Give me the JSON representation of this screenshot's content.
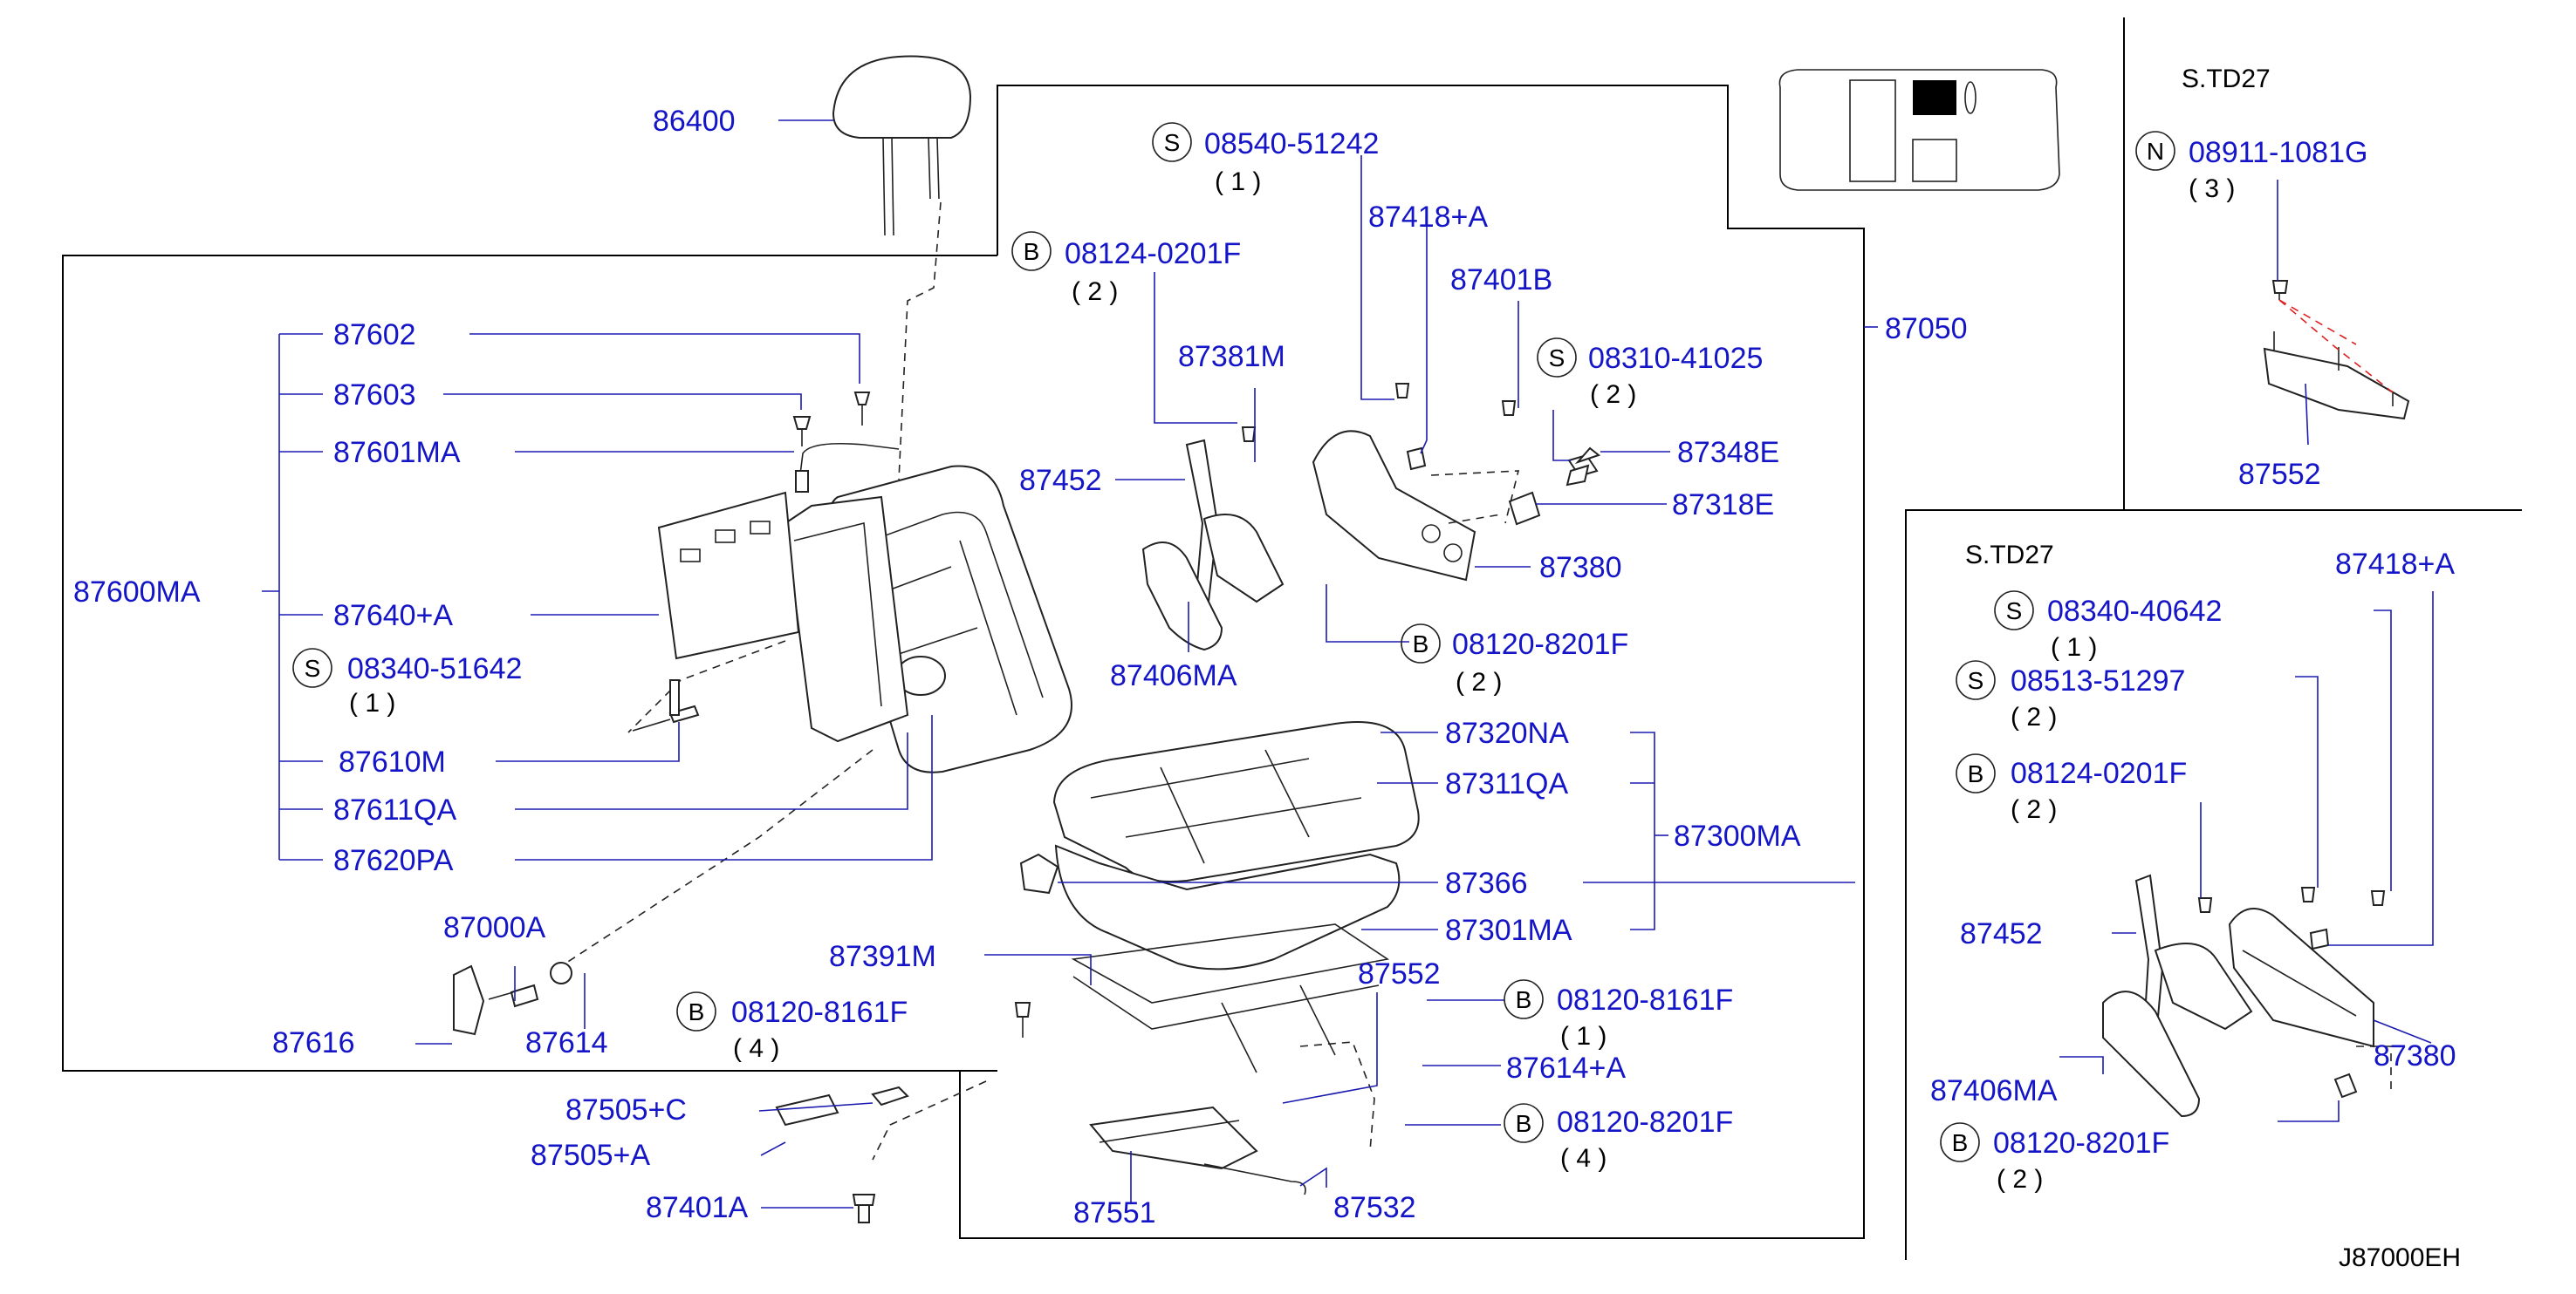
{
  "diagram_code": "J87000EH",
  "variant_labels": {
    "top_right": "S.TD27",
    "mid_right": "S.TD27"
  },
  "parts": {
    "headrest": "86400",
    "seat_assy": "87050",
    "back_assy": "87600MA",
    "p87602": "87602",
    "p87603": "87603",
    "p87601": "87601MA",
    "p87640": "87640+A",
    "p87610": "87610M",
    "p87611": "87611QA",
    "p87620": "87620PA",
    "p87000": "87000A",
    "p87616": "87616",
    "p87614": "87614",
    "p87505c": "87505+C",
    "p87505a": "87505+A",
    "p87401a": "87401A",
    "p87551": "87551",
    "p87532": "87532",
    "p87391": "87391M",
    "p87552": "87552",
    "p87614a": "87614+A",
    "p87320": "87320NA",
    "p87311": "87311QA",
    "p87300": "87300MA",
    "p87366": "87366",
    "p87301": "87301MA",
    "p87418": "87418+A",
    "p87401b": "87401B",
    "p87381": "87381M",
    "p87452": "87452",
    "p87406": "87406MA",
    "p87348": "87348E",
    "p87318": "87318E",
    "p87380": "87380",
    "r_87552": "87552",
    "r2_87418": "87418+A",
    "r2_87452": "87452",
    "r2_87406": "87406MA",
    "r2_87380": "87380"
  },
  "fasteners": {
    "f1": {
      "sym": "S",
      "code": "08540-51242",
      "qty": "( 1 )"
    },
    "f2": {
      "sym": "B",
      "code": "08124-0201F",
      "qty": "( 2 )"
    },
    "f3": {
      "sym": "S",
      "code": "08310-41025",
      "qty": "( 2 )"
    },
    "f4": {
      "sym": "B",
      "code": "08120-8201F",
      "qty": "( 2 )"
    },
    "f5": {
      "sym": "S",
      "code": "08340-51642",
      "qty": "( 1 )"
    },
    "f6": {
      "sym": "B",
      "code": "08120-8161F",
      "qty": "( 4 )"
    },
    "f7": {
      "sym": "B",
      "code": "08120-8161F",
      "qty": "( 1 )"
    },
    "f8": {
      "sym": "B",
      "code": "08120-8201F",
      "qty": "( 4 )"
    },
    "f9": {
      "sym": "N",
      "code": "08911-1081G",
      "qty": "( 3 )"
    },
    "f10": {
      "sym": "S",
      "code": "08340-40642",
      "qty": "( 1 )"
    },
    "f11": {
      "sym": "S",
      "code": "08513-51297",
      "qty": "( 2 )"
    },
    "f12": {
      "sym": "B",
      "code": "08124-0201F",
      "qty": "( 2 )"
    },
    "f13": {
      "sym": "B",
      "code": "08120-8201F",
      "qty": "( 2 )"
    }
  }
}
